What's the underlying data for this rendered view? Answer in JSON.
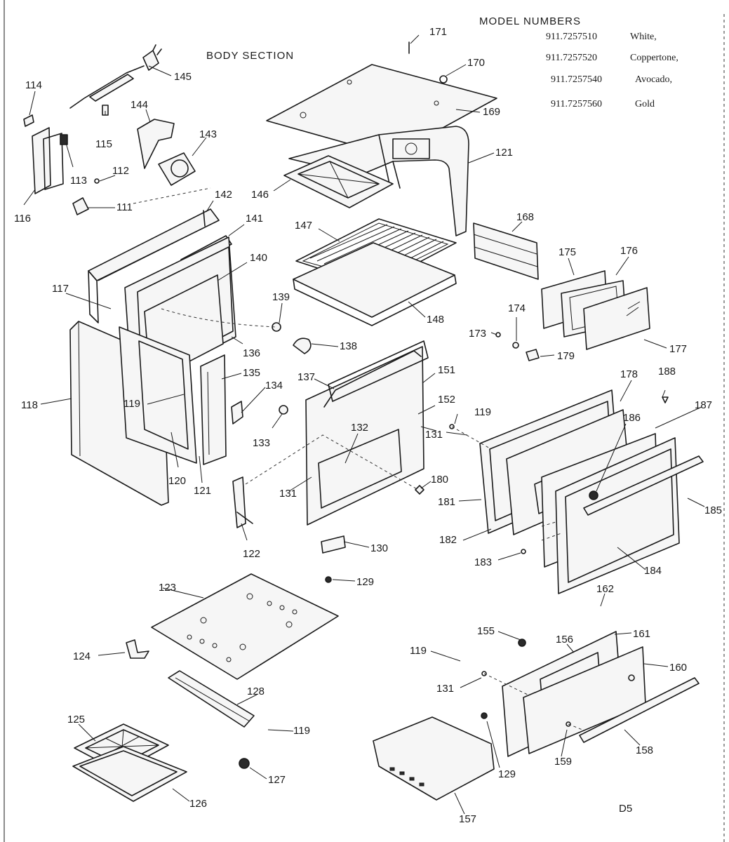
{
  "section_title": "BODY SECTION",
  "model_numbers": {
    "heading": "MODEL NUMBERS",
    "items": [
      {
        "number": "911.7257510",
        "color": "White,"
      },
      {
        "number": "911.7257520",
        "color": "Coppertone,"
      },
      {
        "number": "911.7257540",
        "color": "Avocado,"
      },
      {
        "number": "911.7257560",
        "color": "Gold"
      }
    ]
  },
  "page_code": "D5",
  "part_labels": {
    "p171": "171",
    "p170": "170",
    "p169": "169",
    "p121a": "121",
    "p146": "146",
    "p168": "168",
    "p147": "147",
    "p148": "148",
    "p175": "175",
    "p176": "176",
    "p174": "174",
    "p173": "173",
    "p179": "179",
    "p177": "177",
    "p114": "114",
    "p145": "145",
    "p144": "144",
    "p143": "143",
    "p115": "115",
    "p113": "113",
    "p112": "112",
    "p111": "111",
    "p116": "116",
    "p142": "142",
    "p141": "141",
    "p140": "140",
    "p117": "117",
    "p139": "139",
    "p138": "138",
    "p136": "136",
    "p135": "135",
    "p134": "134",
    "p118": "118",
    "p119a": "119",
    "p120": "120",
    "p121b": "121",
    "p133": "133",
    "p137": "137",
    "p151": "151",
    "p152": "152",
    "p132": "132",
    "p131a": "131",
    "p180": "180",
    "p122": "122",
    "p130": "130",
    "p129a": "129",
    "p178": "178",
    "p188": "188",
    "p187": "187",
    "p186": "186",
    "p119b": "119",
    "p131b": "131",
    "p181": "181",
    "p185": "185",
    "p182": "182",
    "p183": "183",
    "p184": "184",
    "p123": "123",
    "p124": "124",
    "p128": "128",
    "p119c": "119",
    "p125": "125",
    "p127": "127",
    "p126": "126",
    "p162": "162",
    "p155": "155",
    "p156": "156",
    "p161": "161",
    "p119d": "119",
    "p160": "160",
    "p131c": "131",
    "p158": "158",
    "p159": "159",
    "p129b": "129",
    "p157": "157"
  }
}
